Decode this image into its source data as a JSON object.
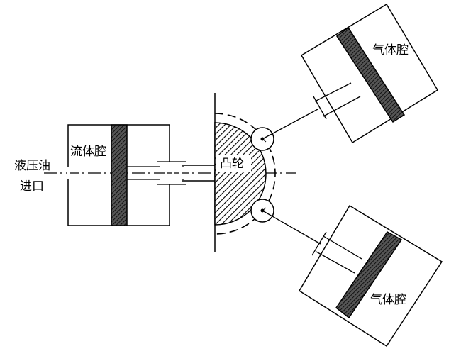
{
  "labels": {
    "inlet_line1": "液压油",
    "inlet_line2": "进口",
    "fluid_chamber": "流体腔",
    "cam": "凸轮",
    "gas_chamber_top": "气体腔",
    "gas_chamber_bottom": "气体腔"
  },
  "colors": {
    "stroke": "#000000",
    "fill_dark": "#555555",
    "background": "#ffffff"
  }
}
